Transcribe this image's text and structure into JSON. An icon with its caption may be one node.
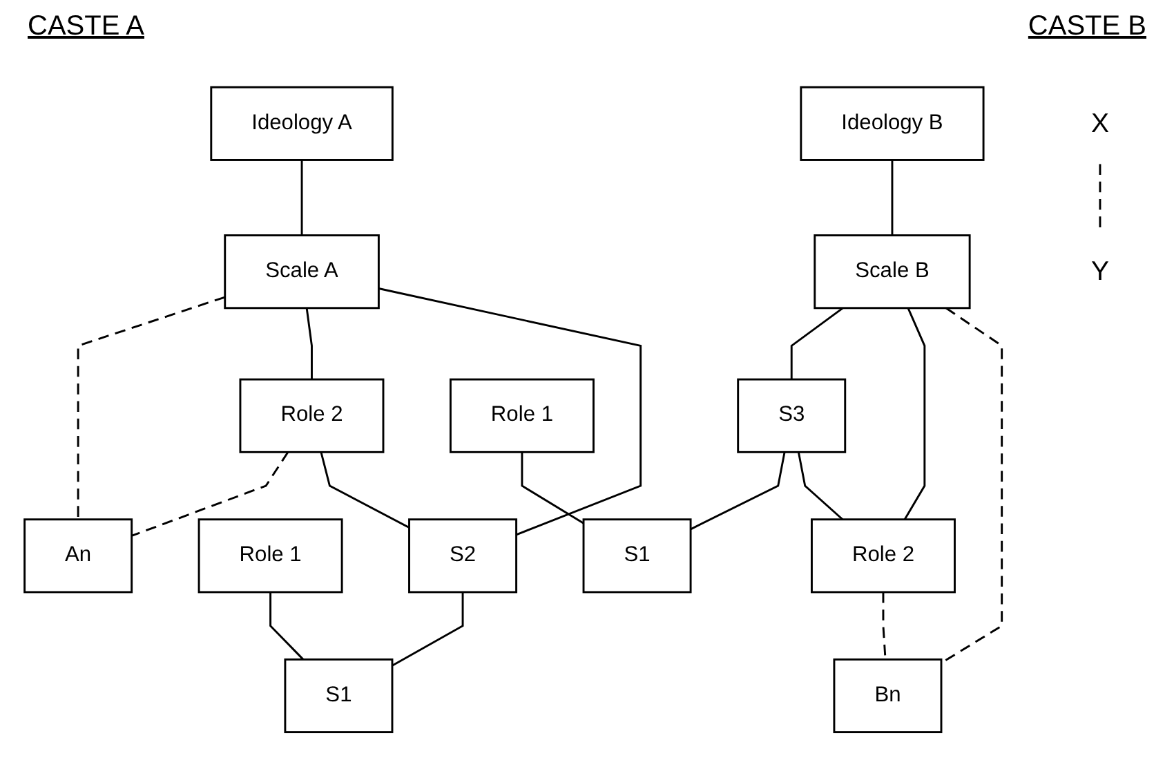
{
  "diagram": {
    "nodes": [
      {
        "text": [
          "X"
        ]
      },
      {
        "text": [
          "Ideology A"
        ]
      },
      {
        "text": [
          "Scale A"
        ]
      },
      {
        "text": [
          "An"
        ]
      },
      {
        "text": [
          "Role 2"
        ]
      },
      {
        "text": [
          "Role 1"
        ]
      },
      {
        "text": [
          "S2"
        ]
      },
      {
        "text": [
          "S1"
        ]
      },
      {
        "text": [
          "S1"
        ]
      },
      {
        "text": [
          "S3"
        ]
      },
      {
        "text": [
          "Ideology B"
        ]
      },
      {
        "text": [
          "Scale B"
        ]
      },
      {
        "text": [
          "Role 2"
        ]
      },
      {
        "text": [
          "Role 1"
        ]
      },
      {
        "text": [
          "Bn"
        ]
      },
      {
        "text": [
          "Y"
        ]
      }
    ],
    "edges": [
      {
        "from": 1,
        "to": 2,
        "arrow": "none"
      },
      {
        "from": 2,
        "to": 3,
        "arrow": "none",
        "style": "dashed"
      },
      {
        "from": 4,
        "to": 3,
        "arrow": "none",
        "style": "dashed"
      },
      {
        "from": 2,
        "to": 4,
        "arrow": "none"
      },
      {
        "from": 2,
        "to": 6,
        "arrow": "none"
      },
      {
        "from": 4,
        "to": 6,
        "arrow": "none"
      },
      {
        "from": 5,
        "to": 7,
        "arrow": "none"
      },
      {
        "from": 6,
        "to": 7,
        "arrow": "none"
      },
      {
        "from": 0,
        "to": 15,
        "arrow": "none",
        "style": "dashed"
      },
      {
        "from": 9,
        "to": 8,
        "arrow": "none"
      },
      {
        "from": 10,
        "to": 11,
        "arrow": "none"
      },
      {
        "from": 11,
        "to": 9,
        "arrow": "none"
      },
      {
        "from": 11,
        "to": 12,
        "arrow": "none"
      },
      {
        "from": 9,
        "to": 12,
        "arrow": "none"
      },
      {
        "from": 11,
        "to": 14,
        "arrow": "none",
        "style": "dashed"
      },
      {
        "from": 12,
        "to": 14,
        "arrow": "none",
        "style": "dashed"
      },
      {
        "from": 13,
        "to": 8,
        "arrow": "none"
      }
    ],
    "labels": [
      "CASTE A",
      "CASTE B"
    ]
  }
}
